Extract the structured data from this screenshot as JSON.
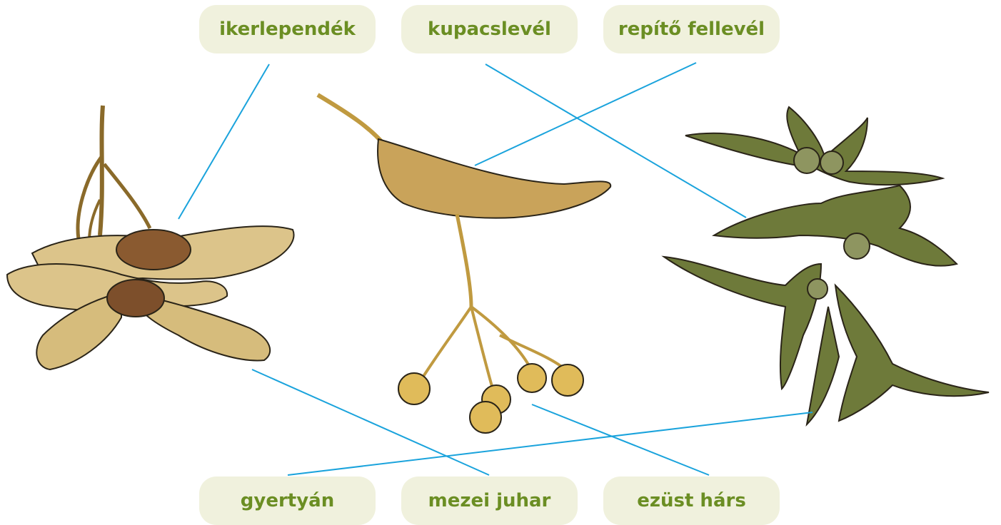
{
  "labels": {
    "ikerlependek": "ikerlependék",
    "kupacslevel": "kupacslevél",
    "repito_fellevel": "repítő fellevél",
    "gyertyan": "gyertyán",
    "mezei_juhar": "mezei juhar",
    "ezust_hars": "ezüst hárs"
  },
  "colors": {
    "label_bg": "#f0f1dd",
    "label_text": "#6b8e23",
    "connector": "#1aa3dc",
    "maple_wing": "#dcc48a",
    "linden_bract": "#c9a35a",
    "hornbeam_leaf": "#6e7a3a"
  }
}
